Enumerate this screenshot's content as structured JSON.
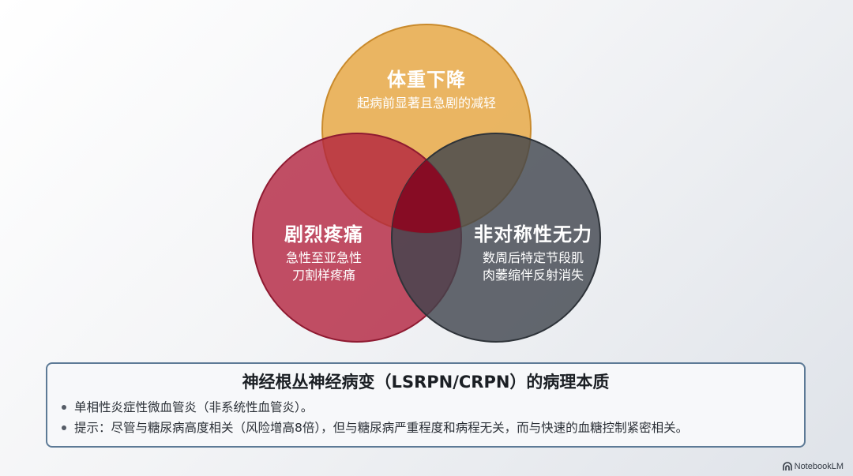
{
  "venn": {
    "circles": [
      {
        "id": "top",
        "title": "体重下降",
        "lines": [
          "起病前显著且急剧的减轻"
        ],
        "color": "#e8a948"
      },
      {
        "id": "left",
        "title": "剧烈疼痛",
        "lines": [
          "急性至亚急性",
          "刀割样疼痛"
        ],
        "color": "#b3233f"
      },
      {
        "id": "right",
        "title": "非对称性无力",
        "lines": [
          "数周后特定节段肌",
          "肉萎缩伴反射消失"
        ],
        "color": "#3e444c"
      }
    ],
    "center_color": "#8a0a22"
  },
  "info": {
    "title": "神经根丛神经病变（LSRPN/CRPN）的病理本质",
    "bullets": [
      "单相性炎症性微血管炎（非系统性血管炎）。",
      "提示：尽管与糖尿病高度相关（风险增高8倍），但与糖尿病严重程度和病程无关，而与快速的血糖控制紧密相关。"
    ]
  },
  "brand": {
    "name": "NotebookLM",
    "icon": "notebooklm-logo-icon"
  }
}
